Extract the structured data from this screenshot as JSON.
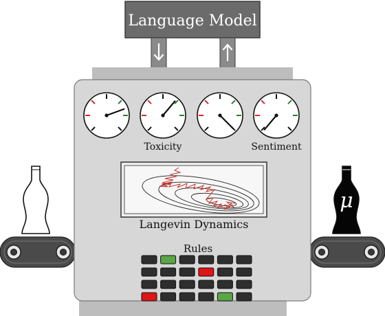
{
  "model_box": {
    "label": "Language Model",
    "fill": "#6b6b6b",
    "text_color": "#ffffff"
  },
  "arrows": [
    {
      "name": "down-arrow-icon",
      "direction": "down"
    },
    {
      "name": "up-arrow-icon",
      "direction": "up"
    }
  ],
  "gauges": [
    {
      "name": "gauge-1",
      "needle_deg": 70
    },
    {
      "name": "gauge-2",
      "needle_deg": 40
    },
    {
      "name": "gauge-3",
      "needle_deg": 135
    },
    {
      "name": "gauge-4",
      "needle_deg": 220
    }
  ],
  "gauge_labels": {
    "toxicity": "Toxicity",
    "sentiment": "Sentiment"
  },
  "screen_label": "Langevin Dynamics",
  "rules": {
    "label": "Rules",
    "rows": [
      [
        "dark",
        "green",
        "dark",
        "dark",
        "dark",
        "dark"
      ],
      [
        "dark",
        "dark",
        "dark",
        "red",
        "dark",
        "dark"
      ],
      [
        "dark",
        "dark",
        "dark",
        "dark",
        "dark",
        "dark"
      ],
      [
        "red",
        "dark",
        "dark",
        "dark",
        "green",
        "dark"
      ]
    ]
  },
  "bottles": {
    "left": {
      "name": "empty-bottle-icon",
      "label": ""
    },
    "right": {
      "name": "filled-bottle-icon",
      "label": "μ"
    }
  },
  "colors": {
    "machine": "#d7d7d7",
    "machine_dark": "#bdbdbd",
    "pipe": "#8a8a8a",
    "belt": "#4a4a4a",
    "green": "#2f7d2f",
    "red": "#d22a2a",
    "button_dark": "#2e2e2e",
    "button_green": "#5aa545",
    "button_red": "#e01515",
    "trajectory": "#c8312a"
  }
}
